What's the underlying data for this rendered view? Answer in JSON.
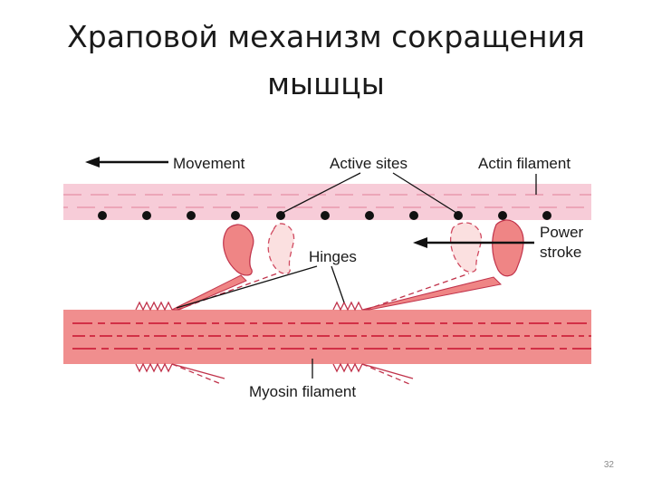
{
  "slide": {
    "title_line1": "Храповой механизм сокращения",
    "title_line2": "мышцы",
    "page_number": "32"
  },
  "diagram": {
    "labels": {
      "movement": "Movement",
      "active_sites": "Active sites",
      "actin_filament": "Actin filament",
      "power": "Power",
      "stroke": "stroke",
      "hinges": "Hinges",
      "myosin_filament": "Myosin filament"
    },
    "colors": {
      "actin": "#f7ccd8",
      "actin_dash": "#e89aae",
      "myosin": "#f08e8e",
      "myosin_dash": "#c8102e",
      "head_solid": "#ef8585",
      "head_light": "#fbe0e0",
      "outline": "#c0324a"
    }
  }
}
